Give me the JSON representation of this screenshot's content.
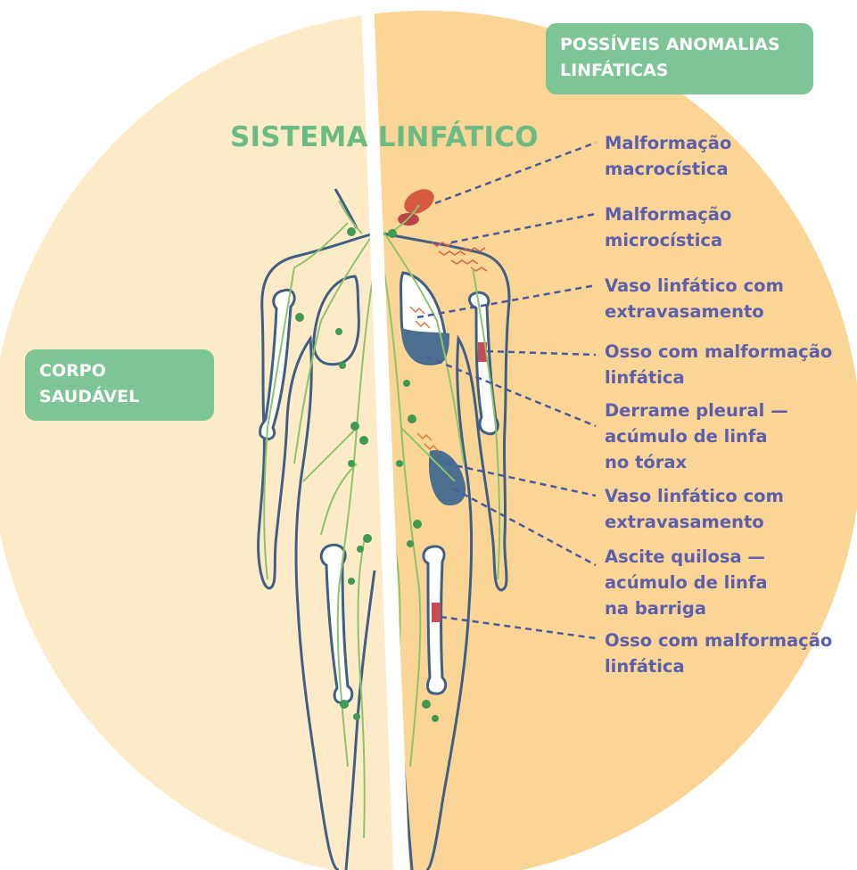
{
  "title": "SISTEMA LINFÁTICO",
  "badges": {
    "anomalies": "POSSÍVEIS ANOMALIAS\nLINFÁTICAS",
    "healthy": "CORPO\nSAUDÁVEL"
  },
  "callouts": [
    {
      "id": "macrocystic",
      "text": "Malformação\nmacrocística"
    },
    {
      "id": "microcystic",
      "text": "Malformação\nmicrocística"
    },
    {
      "id": "leaking-vessel-upper",
      "text": "Vaso linfático com\nextravasamento"
    },
    {
      "id": "bone-arm",
      "text": "Osso com malformação\nlinfática"
    },
    {
      "id": "pleural-effusion",
      "text": "Derrame pleural —\nacúmulo de linfa\nno tórax"
    },
    {
      "id": "leaking-vessel-lower",
      "text": "Vaso linfático com\nextravasamento"
    },
    {
      "id": "chylous-ascites",
      "text": "Ascite quilosa —\nacúmulo de linfa\nna barriga"
    },
    {
      "id": "bone-leg",
      "text": "Osso com malformação\nlinfática"
    }
  ],
  "colors": {
    "healthy_bg": "#fdebc8",
    "anomaly_bg": "#fbd595",
    "badge": "#7dc594",
    "callout_text": "#5b5fae",
    "body_outline": "#3e5f86",
    "lymph_vessel": "#8cc46a",
    "lymph_node": "#3f9a52"
  }
}
